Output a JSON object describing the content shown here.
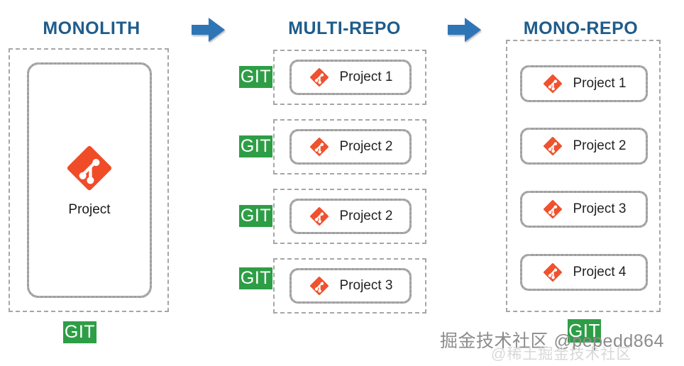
{
  "columns": [
    {
      "id": "monolith",
      "title": "MONOLITH",
      "project_label": "Project",
      "git_label": "GIT"
    },
    {
      "id": "multi-repo",
      "title": "MULTI-REPO",
      "rows": [
        {
          "git_label": "GIT",
          "label": "Project 1"
        },
        {
          "git_label": "GIT",
          "label": "Project 2"
        },
        {
          "git_label": "GIT",
          "label": "Project 2"
        },
        {
          "git_label": "GIT",
          "label": "Project 3"
        }
      ]
    },
    {
      "id": "mono-repo",
      "title": "MONO-REPO",
      "rows": [
        {
          "label": "Project 1"
        },
        {
          "label": "Project 2"
        },
        {
          "label": "Project 3"
        },
        {
          "label": "Project 4"
        }
      ]
    }
  ],
  "arrows": [
    {
      "name": "arrow-monolith-to-multirepo"
    },
    {
      "name": "arrow-multirepo-to-monorepo"
    }
  ],
  "watermark": {
    "main": "掘金技术社区 @pepedd864",
    "sub": "@稀土掘金技术社区",
    "git_label": "GIT"
  },
  "icons": {
    "git_diamond": "git-logo-icon",
    "arrow": "right-arrow-icon"
  },
  "colors": {
    "title": "#1f5c8b",
    "arrow": "#2e75b6",
    "git_badge_bg": "#2e9e46",
    "git_logo": "#f04c28",
    "dashed_border": "#a6a6a6",
    "rough_border": "#9b9b9b",
    "label_text": "#1a1a1a",
    "watermark": "#8c8c8c"
  }
}
